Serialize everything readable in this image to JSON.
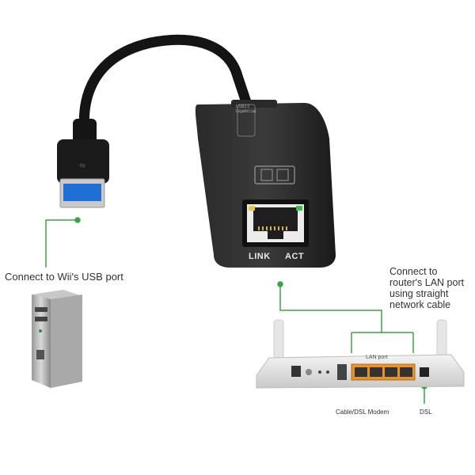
{
  "callouts": {
    "usb_text": "Connect to Wii's USB port",
    "lan_lines": [
      "Connect to",
      "router's LAN port",
      "using straight",
      "network cable"
    ]
  },
  "adapter": {
    "link_label": "LINK",
    "act_label": "ACT",
    "brand_mark": "USB3.0 Gigabit Lan"
  },
  "router": {
    "lan_port_label": "LAN port",
    "modem_label": "Cable/DSL Modem",
    "dsl_label": "DSL"
  },
  "colors": {
    "callout_green": "#3aa346",
    "adapter_body": "#1c1c1c",
    "usb_blue": "#1f6fd6",
    "lan_port_orange": "#e8932a"
  },
  "icons": [
    "usb-plug-icon",
    "ethernet-adapter-icon",
    "rj45-port-icon",
    "computer-tower-icon",
    "wifi-router-icon"
  ]
}
